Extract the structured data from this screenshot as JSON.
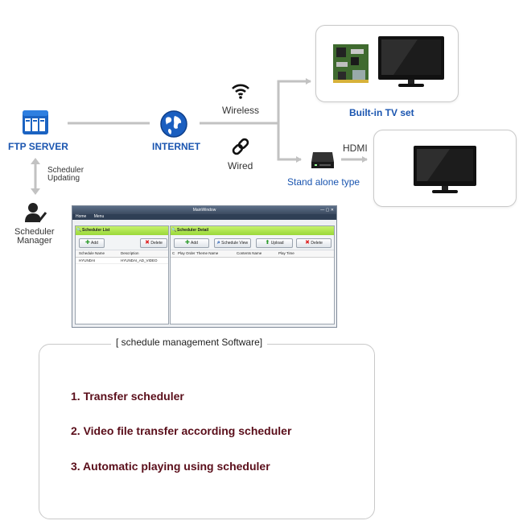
{
  "nodes": {
    "ftp_server": "FTP SERVER",
    "internet": "INTERNET",
    "wireless": "Wireless",
    "wired": "Wired",
    "builtin_tv": "Built-in TV set",
    "standalone": "Stand alone type",
    "hdmi": "HDMI",
    "scheduler_updating": "Scheduler\nUpdating",
    "scheduler_manager": "Scheduler\nManager"
  },
  "software_window": {
    "title": "MainWindow",
    "menu": [
      "Home",
      "Menu"
    ],
    "list_panel": {
      "title": "Scheduler List",
      "add": "Add",
      "delete": "Delete",
      "columns": [
        "Schedule Name",
        "Description"
      ],
      "rows": [
        [
          "HYUNDAI",
          "HYUNDAI_AD_VIDEO"
        ]
      ]
    },
    "detail_panel": {
      "title": "Scheduler Detail",
      "add": "Add",
      "view": "Schedule View",
      "upload": "Upload",
      "delete": "Delete",
      "columns": [
        "C",
        "Play Order",
        "Theme Name",
        "Contents Name",
        "Play Time"
      ]
    }
  },
  "steps": {
    "title": "[ schedule management Software]",
    "items": [
      "1. Transfer scheduler",
      "2. Video file transfer according scheduler",
      "3. Automatic playing using scheduler"
    ]
  },
  "colors": {
    "label_blue": "#1a55b0",
    "connector_gray": "#c2c2c2",
    "step_text": "#5a0e1a",
    "arrow_start": "#1f86c8",
    "arrow_end": "#e0206f"
  }
}
